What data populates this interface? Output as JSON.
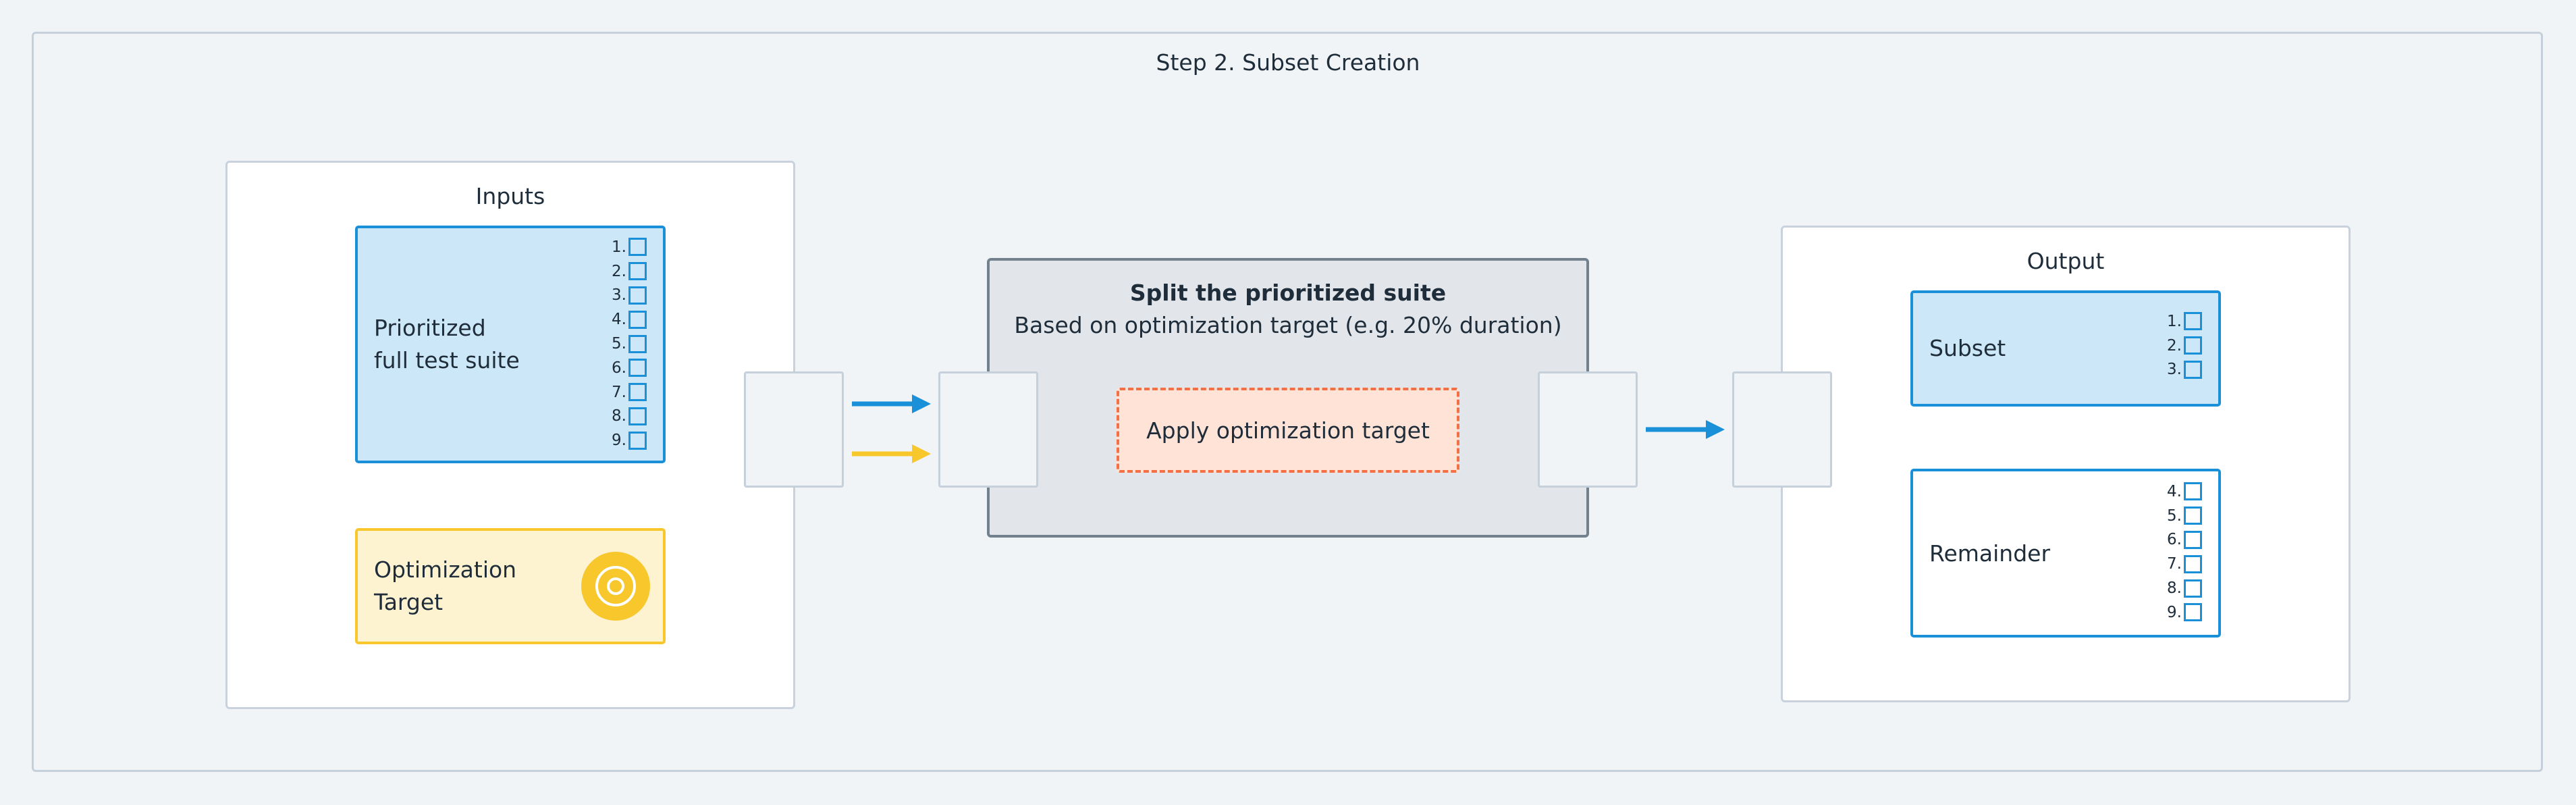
{
  "title": "Step 2. Subset Creation",
  "inputs": {
    "title": "Inputs",
    "suite": {
      "label_line1": "Prioritized",
      "label_line2": "full test suite",
      "items": [
        "1.",
        "2.",
        "3.",
        "4.",
        "5.",
        "6.",
        "7.",
        "8.",
        "9."
      ]
    },
    "target": {
      "label_line1": "Optimization",
      "label_line2": "Target",
      "icon": "target-icon"
    }
  },
  "process": {
    "title": "Split the prioritized suite",
    "subtitle": "Based on optimization target (e.g. 20% duration)",
    "action": "Apply optimization target"
  },
  "output": {
    "title": "Output",
    "subset": {
      "label": "Subset",
      "items": [
        "1.",
        "2.",
        "3."
      ]
    },
    "remainder": {
      "label": "Remainder",
      "items": [
        "4.",
        "5.",
        "6.",
        "7.",
        "8.",
        "9."
      ]
    }
  },
  "colors": {
    "blue": "#1990d8",
    "yellow": "#f7c72c",
    "orange": "#f36f46",
    "border": "#c6d0db",
    "background": "#f0f4f7"
  }
}
